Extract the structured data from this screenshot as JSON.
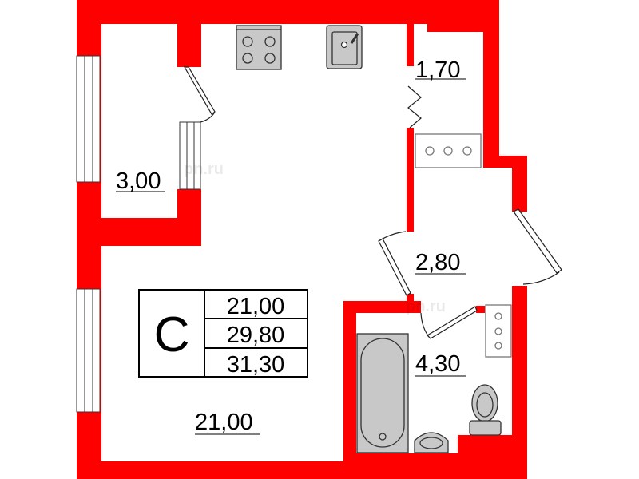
{
  "colors": {
    "wall": "#ff0000",
    "fixture": "#c8c8c8",
    "line": "#333333"
  },
  "rooms": [
    {
      "id": "loggia",
      "area": "3,00"
    },
    {
      "id": "storage",
      "area": "1,70"
    },
    {
      "id": "hallway",
      "area": "2,80"
    },
    {
      "id": "bathroom",
      "area": "4,30"
    },
    {
      "id": "studio",
      "area": "21,00"
    }
  ],
  "summary": {
    "type": "С",
    "living_area": "21,00",
    "total_area": "29,80",
    "total_with_loggia": "31,30"
  },
  "watermark": "pn.ru"
}
